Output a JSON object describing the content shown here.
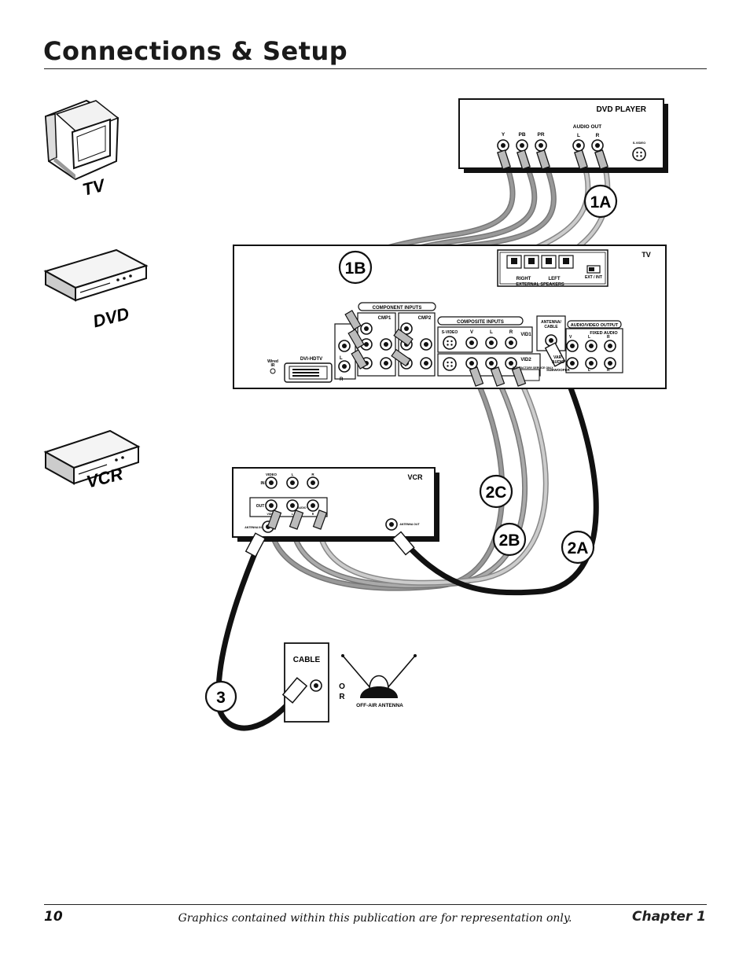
{
  "header": {
    "title": "Connections & Setup"
  },
  "footer": {
    "page_number": "10",
    "disclaimer": "Graphics contained within this publication are for representation only.",
    "chapter": "Chapter 1"
  },
  "device_icons": {
    "tv": "TV",
    "dvd": "DVD",
    "vcr": "VCR"
  },
  "callouts": {
    "c1a": "1A",
    "c1b": "1B",
    "c2a": "2A",
    "c2b": "2B",
    "c2c": "2C",
    "c3": "3"
  },
  "dvd_player": {
    "name": "DVD PLAYER",
    "audio_out": "AUDIO OUT",
    "y": "Y",
    "pb": "PB",
    "pr": "PR",
    "l": "L",
    "r": "R",
    "svideo": "S-VIDEO"
  },
  "tv_panel": {
    "name": "TV",
    "right": "RIGHT",
    "left": "LEFT",
    "external_speakers": "EXTERNAL SPEAKERS",
    "ext_int": "EXT / INT",
    "component_inputs": "COMPONENT INPUTS",
    "cmp1": "CMP1",
    "cmp2": "CMP2",
    "composite_inputs": "COMPOSITE INPUTS",
    "svideo": "S-VIDEO",
    "v": "V",
    "l": "L",
    "r": "R",
    "vid1": "VID1",
    "vid2": "VID2",
    "factory_service": "FOR FACTORY SERVICE ONLY",
    "antenna_cable_1": "ANTENNA/",
    "antenna_cable_2": "CABLE",
    "av_output": "AUDIO/VIDEO OUTPUT",
    "fixed_audio": "FIXED AUDIO",
    "var_audio_1": "VAR",
    "var_audio_2": "AUDIO",
    "subwoofer": "SUBWOOFER",
    "dvi_hdtv": "DVI-HDTV",
    "wired_ir_1": "Wired",
    "wired_ir_2": "IR"
  },
  "vcr_panel": {
    "name": "VCR",
    "video": "VIDEO",
    "audio": "AUDIO",
    "l": "L",
    "r": "R",
    "in": "IN",
    "out": "OUT",
    "antenna_in": "ANTENNA IN",
    "antenna_out": "ANTENNA OUT"
  },
  "cable_box": {
    "name": "CABLE"
  },
  "or_text": {
    "o": "O",
    "r": "R"
  },
  "antenna": {
    "name": "OFF-AIR ANTENNA"
  }
}
